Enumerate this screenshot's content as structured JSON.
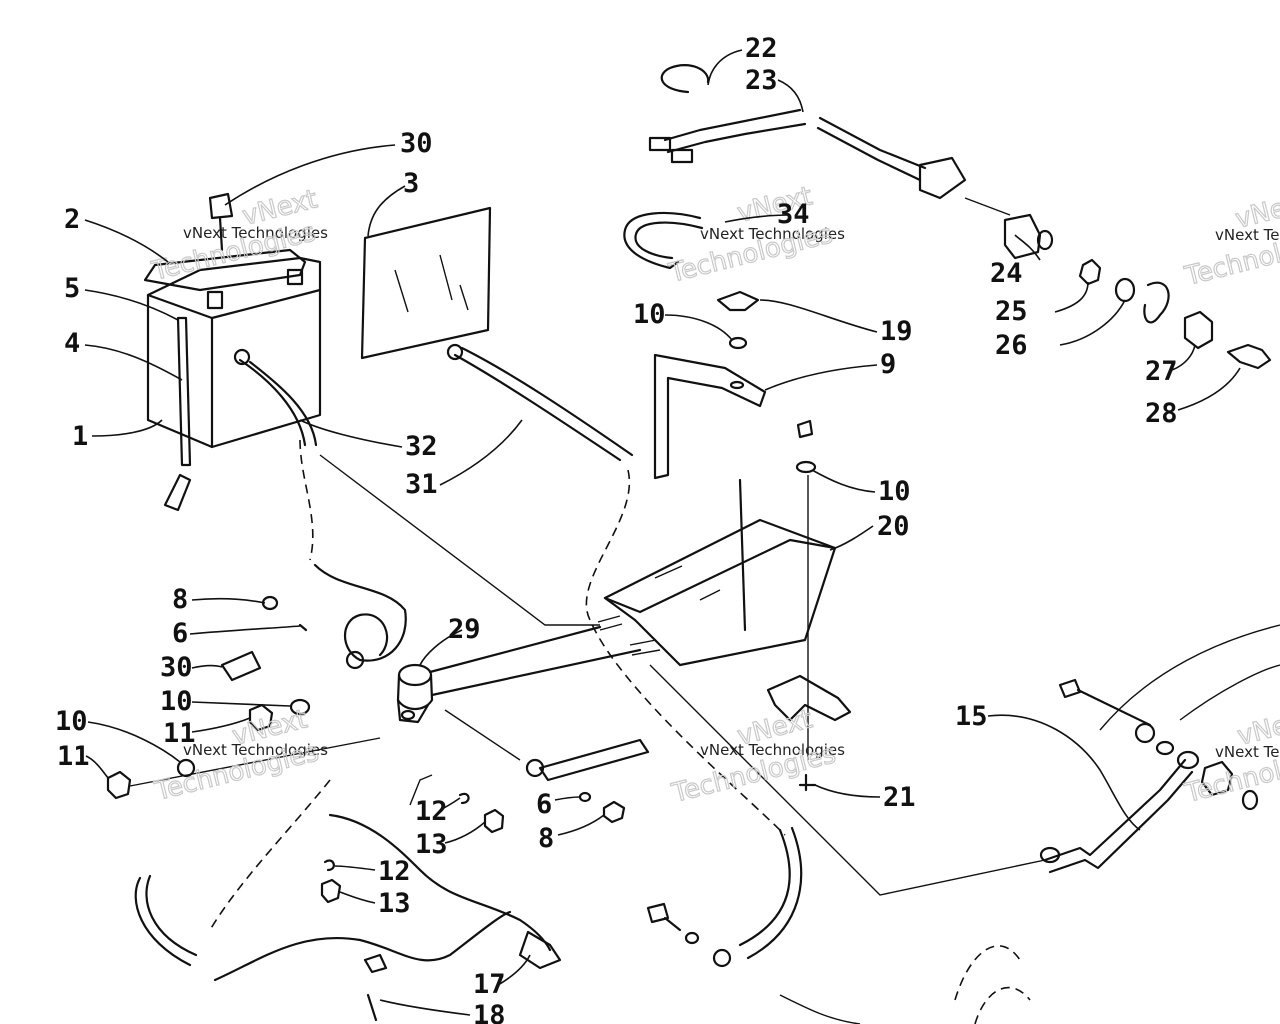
{
  "watermark": {
    "line1": "vNext Technologies",
    "line2": "Technologies",
    "line3": "vNext"
  },
  "callouts": {
    "c1": "1",
    "c2": "2",
    "c3": "3",
    "c4": "4",
    "c5": "5",
    "c6a": "6",
    "c6b": "6",
    "c8a": "8",
    "c8b": "8",
    "c9": "9",
    "c10a": "10",
    "c10b": "10",
    "c10c": "10",
    "c10d": "10",
    "c11a": "11",
    "c11b": "11",
    "c12a": "12",
    "c12b": "12",
    "c13a": "13",
    "c13b": "13",
    "c15": "15",
    "c17": "17",
    "c18": "18",
    "c19": "19",
    "c20": "20",
    "c21": "21",
    "c22": "22",
    "c23": "23",
    "c24": "24",
    "c25": "25",
    "c26": "26",
    "c27": "27",
    "c28": "28",
    "c29": "29",
    "c30a": "30",
    "c30b": "30",
    "c31": "31",
    "c32": "32",
    "c34": "34"
  }
}
